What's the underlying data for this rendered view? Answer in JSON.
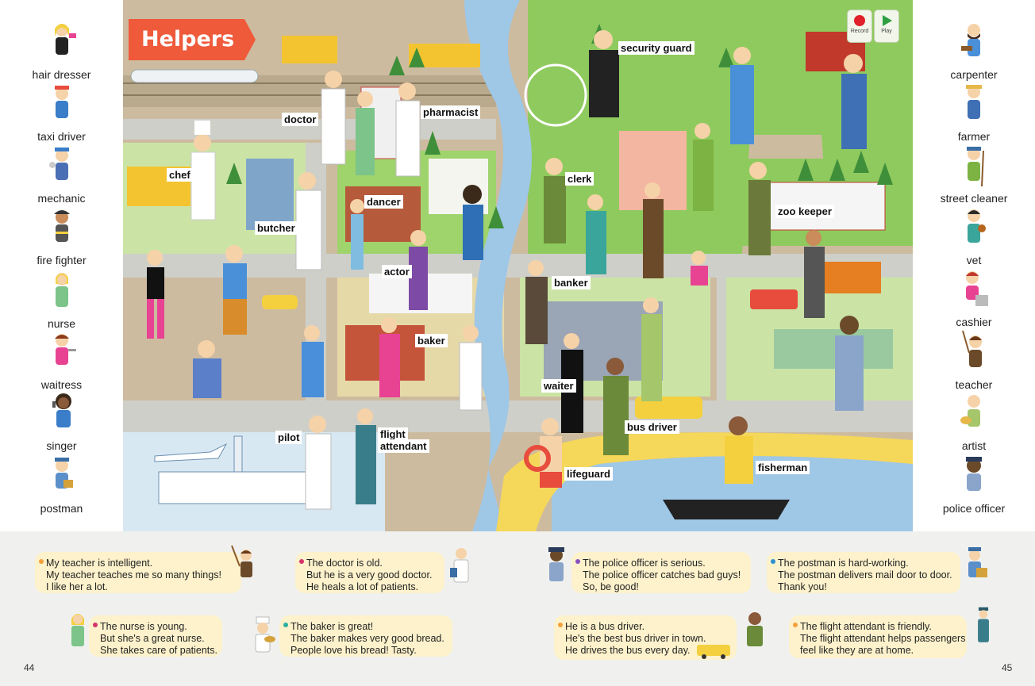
{
  "title": "Helpers",
  "controls": {
    "record": "Record",
    "play": "Play"
  },
  "colors": {
    "title_bg": "#ef5a3a",
    "grass": "#8fca5e",
    "water": "#9fc7e6",
    "sand": "#f5d75a",
    "road": "#cfcfc9",
    "bubble": "#fdf2cc"
  },
  "left_column": [
    {
      "label": "hair dresser",
      "icon": "hair-dresser-figure"
    },
    {
      "label": "taxi driver",
      "icon": "taxi-driver-figure"
    },
    {
      "label": "mechanic",
      "icon": "mechanic-figure"
    },
    {
      "label": "fire fighter",
      "icon": "fire-fighter-figure"
    },
    {
      "label": "nurse",
      "icon": "nurse-figure"
    },
    {
      "label": "waitress",
      "icon": "waitress-figure"
    },
    {
      "label": "singer",
      "icon": "singer-figure"
    },
    {
      "label": "postman",
      "icon": "postman-figure"
    }
  ],
  "right_column": [
    {
      "label": "carpenter",
      "icon": "carpenter-figure"
    },
    {
      "label": "farmer",
      "icon": "farmer-figure"
    },
    {
      "label": "street cleaner",
      "icon": "street-cleaner-figure"
    },
    {
      "label": "vet",
      "icon": "vet-figure"
    },
    {
      "label": "cashier",
      "icon": "cashier-figure"
    },
    {
      "label": "teacher",
      "icon": "teacher-figure"
    },
    {
      "label": "artist",
      "icon": "artist-figure"
    },
    {
      "label": "police officer",
      "icon": "police-officer-figure"
    }
  ],
  "scene_labels": {
    "security_guard": "security guard",
    "doctor": "doctor",
    "pharmacist": "pharmacist",
    "chef": "chef",
    "clerk": "clerk",
    "zoo_keeper": "zoo keeper",
    "dancer": "dancer",
    "butcher": "butcher",
    "actor": "actor",
    "banker": "banker",
    "baker": "baker",
    "waiter": "waiter",
    "bus_driver": "bus driver",
    "pilot": "pilot",
    "flight_attendant_1": "flight",
    "flight_attendant_2": "attendant",
    "fisherman": "fisherman",
    "lifeguard": "lifeguard"
  },
  "sentences": [
    {
      "lines": [
        "My teacher is intelligent.",
        "My teacher teaches me so many things!",
        "I like her a lot."
      ],
      "bullet": "#f3a03c",
      "figure": "teacher"
    },
    {
      "lines": [
        "The doctor is old.",
        "But he is a very good doctor.",
        "He heals a lot of patients."
      ],
      "bullet": "#d6336c",
      "figure": "doctor"
    },
    {
      "lines": [
        "The police officer is serious.",
        "The police officer catches bad guys!",
        "So, be good!"
      ],
      "bullet": "#8a4fbf",
      "figure": "police officer"
    },
    {
      "lines": [
        "The postman is hard-working.",
        "The postman delivers mail door to door.",
        "Thank you!"
      ],
      "bullet": "#2b8fd0",
      "figure": "postman"
    },
    {
      "lines": [
        "The nurse is young.",
        "But she's a great nurse.",
        "She takes care of patients."
      ],
      "bullet": "#d6336c",
      "figure": "nurse"
    },
    {
      "lines": [
        "The baker is great!",
        "The baker makes very good bread.",
        "People love his bread! Tasty."
      ],
      "bullet": "#2bb0a0",
      "figure": "baker"
    },
    {
      "lines": [
        "He is a bus driver.",
        "He's the best bus driver in town.",
        "He drives the bus every day."
      ],
      "bullet": "#f3a03c",
      "figure": "bus driver"
    },
    {
      "lines": [
        "The flight attendant is friendly.",
        "The flight attendant helps passengers",
        "feel like they are at home."
      ],
      "bullet": "#f3a03c",
      "figure": "flight attendant"
    }
  ],
  "page_numbers": {
    "left": "44",
    "right": "45"
  }
}
